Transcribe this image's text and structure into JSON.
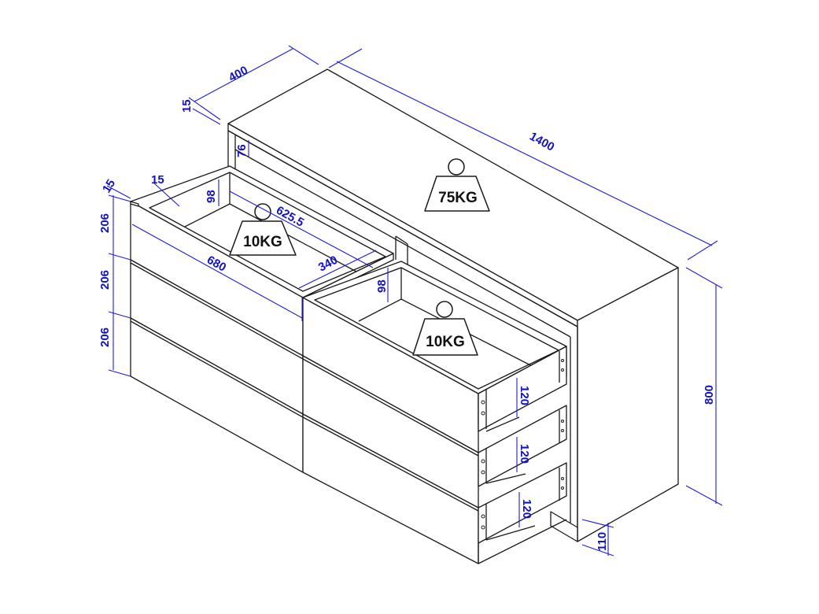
{
  "dimensions": {
    "width": "1400",
    "depth": "400",
    "height": "800",
    "top_thickness": "15",
    "front_thickness": "15",
    "drawer_front_thickness": "15",
    "top_gap": "76",
    "drawer_height_1": "206",
    "drawer_height_2": "206",
    "drawer_height_3": "206",
    "drawer_inner_depth": "625.5",
    "drawer_inner_width": "340",
    "drawer_front_width": "680",
    "drawer_side_height_left": "98",
    "drawer_side_height_right": "98",
    "drawer_inner_height_1": "120",
    "drawer_inner_height_2": "120",
    "drawer_inner_height_3": "120",
    "base_height": "110"
  },
  "loads": {
    "top": "75KG",
    "drawer_left": "10KG",
    "drawer_right": "10KG"
  },
  "colors": {
    "outline": "#1a1a1a",
    "dimension": "#1c1cd6"
  }
}
